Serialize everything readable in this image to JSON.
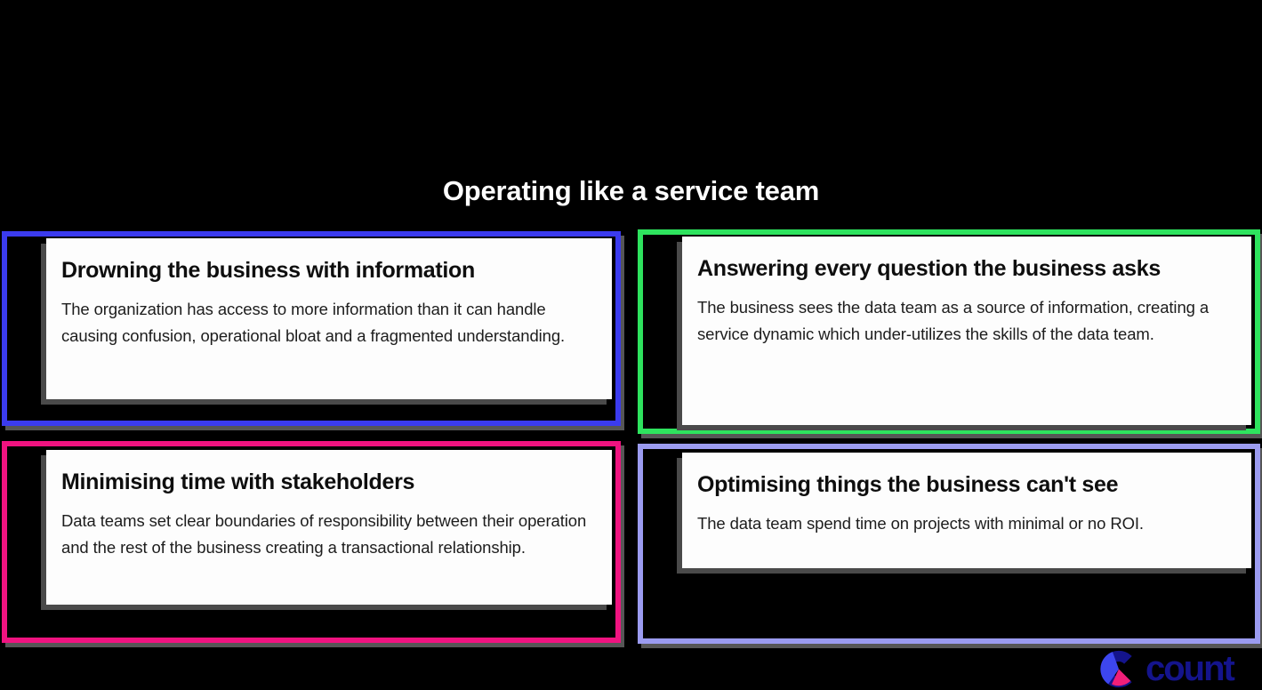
{
  "page": {
    "background": "#000000",
    "title": "Operating like a service team",
    "title_color": "#ffffff"
  },
  "cards": [
    {
      "accent": "#3b3bee",
      "heading": "Drowning the business with information",
      "body": "The organization has access to more information than it can handle causing confusion, operational bloat and a fragmented understanding."
    },
    {
      "accent": "#2ee35e",
      "heading": "Answering every question the business asks",
      "body": "The business sees the data team as a source of information, creating a service dynamic which under-utilizes the skills of the data team."
    },
    {
      "accent": "#f01380",
      "heading": "Minimising time with stakeholders",
      "body": "Data teams set clear boundaries of responsibility between their operation and the rest of the business creating a transactional relationship."
    },
    {
      "accent": "#9b9bf0",
      "heading": "Optimising things the business can't see",
      "body": "The data team spend time on projects with minimal or no ROI."
    }
  ],
  "logo": {
    "text": "count",
    "colors": {
      "navy": "#14148c",
      "blue": "#3d46ee",
      "pink": "#f01f78"
    }
  }
}
